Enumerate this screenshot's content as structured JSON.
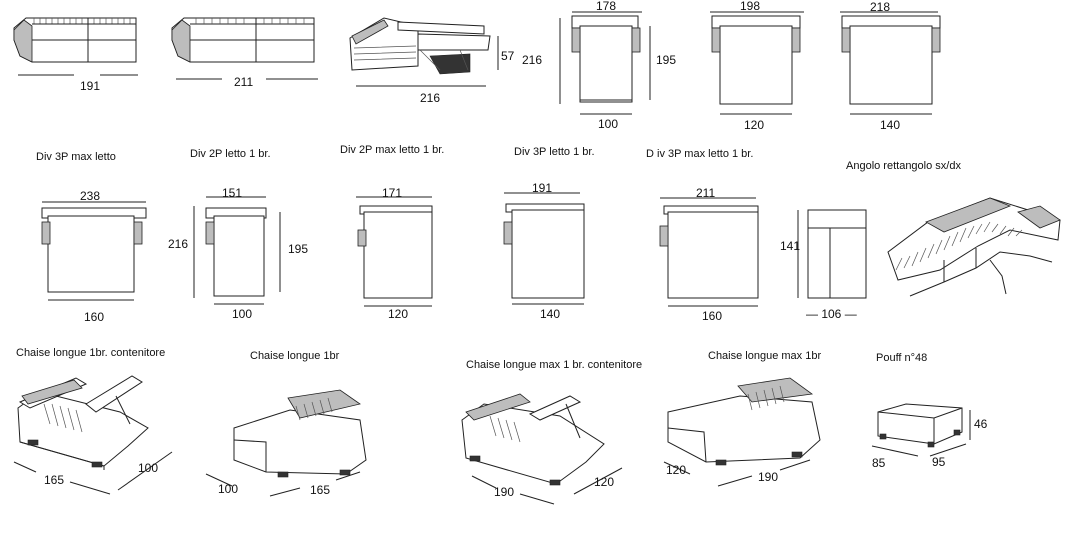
{
  "row1": {
    "sofa_a_width": "191",
    "sofa_b_width": "211",
    "bed_open_length": "216",
    "bed_open_depth": "216",
    "bed_open_height": "57",
    "plan1_width": "178",
    "plan1_length": "195",
    "plan1_mattress": "100",
    "plan2_width": "198",
    "plan2_mattress": "120",
    "plan3_width": "218",
    "plan3_mattress": "140"
  },
  "captions_row1": [
    "Div 3P  max letto",
    "Div 2P letto 1 br.",
    "Div 2P  max letto 1 br.",
    "Div 3P   letto 1 br.",
    "D iv 3P max letto 1 br.",
    "Angolo rettangolo sx/dx"
  ],
  "row2": {
    "p1_width": "238",
    "p1_mattress": "160",
    "p2_width": "151",
    "p2_depth": "216",
    "p2_length": "195",
    "p2_mattress": "100",
    "p3_width": "171",
    "p3_mattress": "120",
    "p4_width": "191",
    "p4_mattress": "140",
    "p5_width": "211",
    "p5_mattress": "160",
    "corner_depth": "141",
    "corner_width": "— 106 —"
  },
  "captions_row2": [
    "Chaise longue 1br. contenitore",
    "Chaise longue 1br",
    "Chaise longue max 1 br. contenitore",
    "Chaise longue max 1br",
    "Pouff n°48"
  ],
  "row3": {
    "c1_length": "165",
    "c1_depth": "100",
    "c2_depth": "100",
    "c2_length": "165",
    "c3_length": "190",
    "c3_depth": "120",
    "c4_depth": "120",
    "c4_length": "190",
    "pouf_width": "85",
    "pouf_length": "95",
    "pouf_height": "46"
  }
}
